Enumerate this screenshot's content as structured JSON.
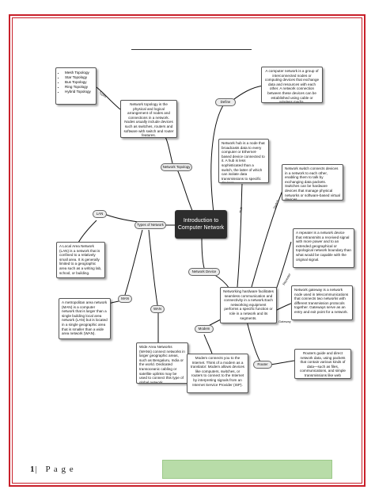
{
  "footer": {
    "page_number": "1",
    "separator": "|",
    "page_label": "P a g e"
  },
  "center_node": {
    "line1": "Introduction to",
    "line2": "Computer Network"
  },
  "branches": {
    "define": "Define",
    "network_topology": "Network Topology",
    "types_of_network": "Types of Network",
    "network_device": "Network Device",
    "lan": "LAN",
    "man": "MAN",
    "wan": "WAN",
    "modem": "Modem",
    "router": "Router"
  },
  "edge_labels": {
    "types": "Types",
    "hub": "Hub",
    "switch": "Switch",
    "repeater": "Repeater",
    "gateway": "Gateway"
  },
  "topologies": [
    "Mesh Topology",
    "Star Topology",
    "Bus Topology",
    "Ring Topology",
    "Hybrid Topology"
  ],
  "notes": {
    "define": "A computer network is a group of interconnected nodes or computing devices that exchange data and resources with each other. A network connection between these devices can be established using cable or wireless media.",
    "topology": "Network topology is the physical and logical arrangement of nodes and connections in a network. Nodes usually include devices such as switches, routers and software with switch and router features.",
    "hub": "Network hub is a node that broadcasts data to every computer or Ethernet-based device connected to it. A hub is less sophisticated than a switch, the latter of which can isolate data transmissions to specific devices.",
    "switch": "Network switch connects devices in a network to each other, enabling them to talk by exchanging data packets. Switches can be hardware devices that manage physical networks or software-based virtual devices",
    "lan": "A Local Area Network (LAN) is a network that is confined to a relatively small area. It is generally limited to a geographic area such as a writing lab, school, or building.",
    "man": "A metropolitan area network (MAN) is a computer network that is larger than a single building local area network (LAN) but is located in a single geographic area that is smaller than a wide area network (WAN).",
    "wan": "Wide Area Networks (WANs) connect networks in larger geographic areas, such as Bengaluru, India or the world. Dedicated transoceanic cabling or satellite uplinks may be used to connect this type of global network.",
    "device": "Networking hardware facilitates seamless communication and connectivity in a network.Each networking equipment performs a specific function or role in a network and its segments.",
    "repeater": "A repeater is a network device that retransmits a received signal with more power and to an extended geographical or topological network boundary than what would be capable with the original signal.",
    "gateway": "Network gateway is a network node used in telecommunications that connects two networks with different transmission protocols together. Gateways serve as an entry and exit point for a network.",
    "modem": "Modem connects you to the Internet. Think of a modem as a translator: Modem allows devices like computers, switches, or routers to connect to the Internet by interpreting signals from an Internet Service Provider (ISP).",
    "router": "Routers guide and direct network data, using packets that contain various kinds of data—such as files, communications, and simple transmissions like web interactions."
  }
}
